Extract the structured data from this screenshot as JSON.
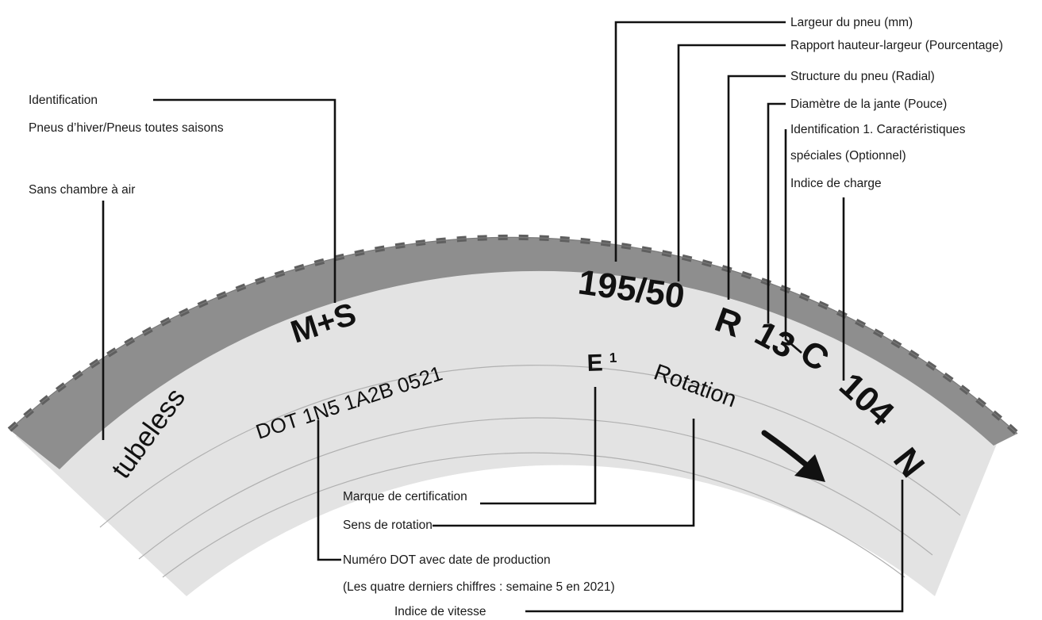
{
  "tire_markings": {
    "tubeless": "tubeless",
    "ms": "M+S",
    "dot_code": "DOT 1N5 1A2B 0521",
    "cert_mark": "E",
    "cert_sup": "1",
    "rotation_text": "Rotation",
    "size": "195/50",
    "construction": "R",
    "rim": "13",
    "special": "C",
    "load_index": "104",
    "speed_index": "N"
  },
  "labels": {
    "width": "Largeur du pneu (mm)",
    "aspect_ratio": "Rapport hauteur-largeur (Pourcentage)",
    "structure": "Structure du pneu (Radial)",
    "rim_diameter": "Diamètre de la jante (Pouce)",
    "special_line1": "Identification 1. Caractéristiques",
    "special_line2": "spéciales  (Optionnel)",
    "load_index": "Indice de charge",
    "ms_line1": "Identification",
    "ms_line2": "Pneus d’hiver/Pneus toutes saisons",
    "tubeless": "Sans chambre à air",
    "certification": "Marque de certification",
    "rotation": "Sens de rotation",
    "dot_line1": "Numéro DOT avec date de production",
    "dot_line2": "(Les quatre derniers chiffres : semaine 5 en 2021)",
    "speed_index": "Indice de vitesse"
  },
  "colors": {
    "tread": "#8e8e8e",
    "tread_blocks": "#5f5f5f",
    "sidewall": "#e3e3e3",
    "outline": "#111111"
  }
}
